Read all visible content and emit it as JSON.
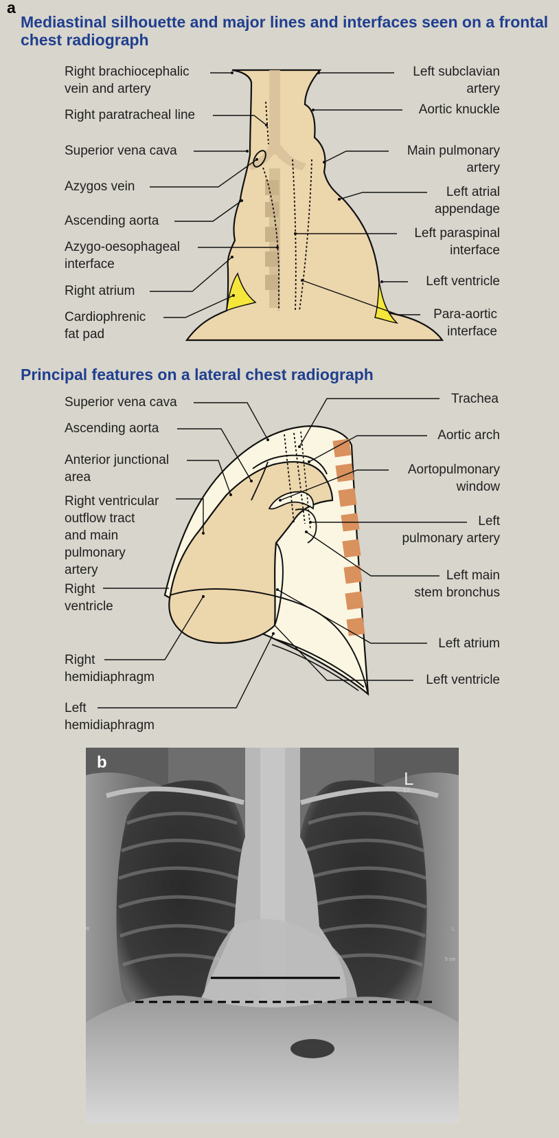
{
  "panel_a_letter": "a",
  "frontal": {
    "title": "Mediastinal silhouette and major lines and interfaces seen on a frontal chest radiograph",
    "labels": {
      "right_brachiocephalic": "Right brachiocephalic\nvein and artery",
      "right_paratracheal": "Right paratracheal line",
      "svc": "Superior vena cava",
      "azygos": "Azygos vein",
      "ascending_aorta": "Ascending aorta",
      "azygo_oesophageal": "Azygo-oesophageal\ninterface",
      "right_atrium": "Right atrium",
      "cardiophrenic": "Cardiophrenic\nfat pad",
      "left_subclavian": "Left subclavian\nartery",
      "aortic_knuckle": "Aortic knuckle",
      "main_pulmonary": "Main pulmonary\nartery",
      "left_atrial_appendage": "Left atrial\nappendage",
      "left_paraspinal": "Left paraspinal\ninterface",
      "left_ventricle": "Left ventricle",
      "para_aortic": "Para-aortic\ninterface"
    }
  },
  "lateral": {
    "title": "Principal features on a lateral chest radiograph",
    "labels": {
      "svc": "Superior vena cava",
      "ascending_aorta": "Ascending aorta",
      "anterior_junctional": "Anterior junctional\narea",
      "rvot": "Right ventricular\noutflow tract\nand main\npulmonary\nartery",
      "right_ventricle": "Right\nventricle",
      "right_hemidiaphragm": "Right\nhemidiaphragm",
      "left_hemidiaphragm": "Left\nhemidiaphragm",
      "trachea": "Trachea",
      "aortic_arch": "Aortic arch",
      "aortopulmonary_window": "Aortopulmonary\nwindow",
      "left_pulmonary_artery": "Left\npulmonary artery",
      "left_main_stem_bronchus": "Left main\nstem bronchus",
      "left_atrium": "Left atrium",
      "left_ventricle": "Left ventricle"
    }
  },
  "radiograph": {
    "panel_letter": "b",
    "side_marker": "L",
    "side_marker_sub": "14",
    "left_edge_marker": "R",
    "right_edge_marker": "L",
    "scale_text": "5 cm"
  },
  "colors": {
    "background": "#d8d5cc",
    "title_blue": "#1f3f8f",
    "heart_tan": "#ecd6ac",
    "fat_yellow": "#f5e63c",
    "lung_cream": "#fbf6e2",
    "vertebra_orange": "#d9915e"
  }
}
